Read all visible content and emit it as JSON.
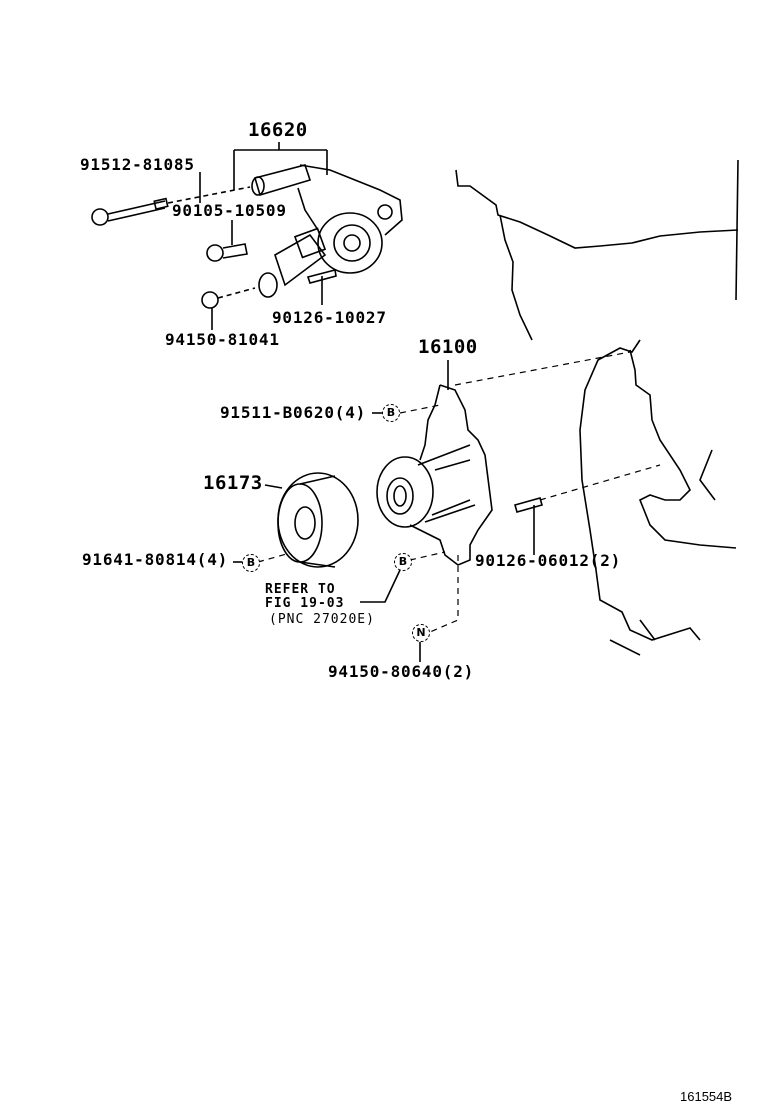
{
  "diagram": {
    "figure_id": "161554B",
    "parts": {
      "p16620": "16620",
      "p91512": "91512-81085",
      "p90105": "90105-10509",
      "p90126a": "90126-10027",
      "p94150a": "94150-81041",
      "p16100": "16100",
      "p91511": "91511-B0620(4)",
      "p16173": "16173",
      "p91641": "91641-80814(4)",
      "p90126b": "90126-06012(2)",
      "p94150b": "94150-80640(2)"
    },
    "markers": {
      "b1": "B",
      "b2": "B",
      "b3": "B",
      "n1": "N"
    },
    "reference": {
      "line1": "REFER TO",
      "line2": "FIG 19-03",
      "line3": "(PNC 27020E)"
    }
  }
}
